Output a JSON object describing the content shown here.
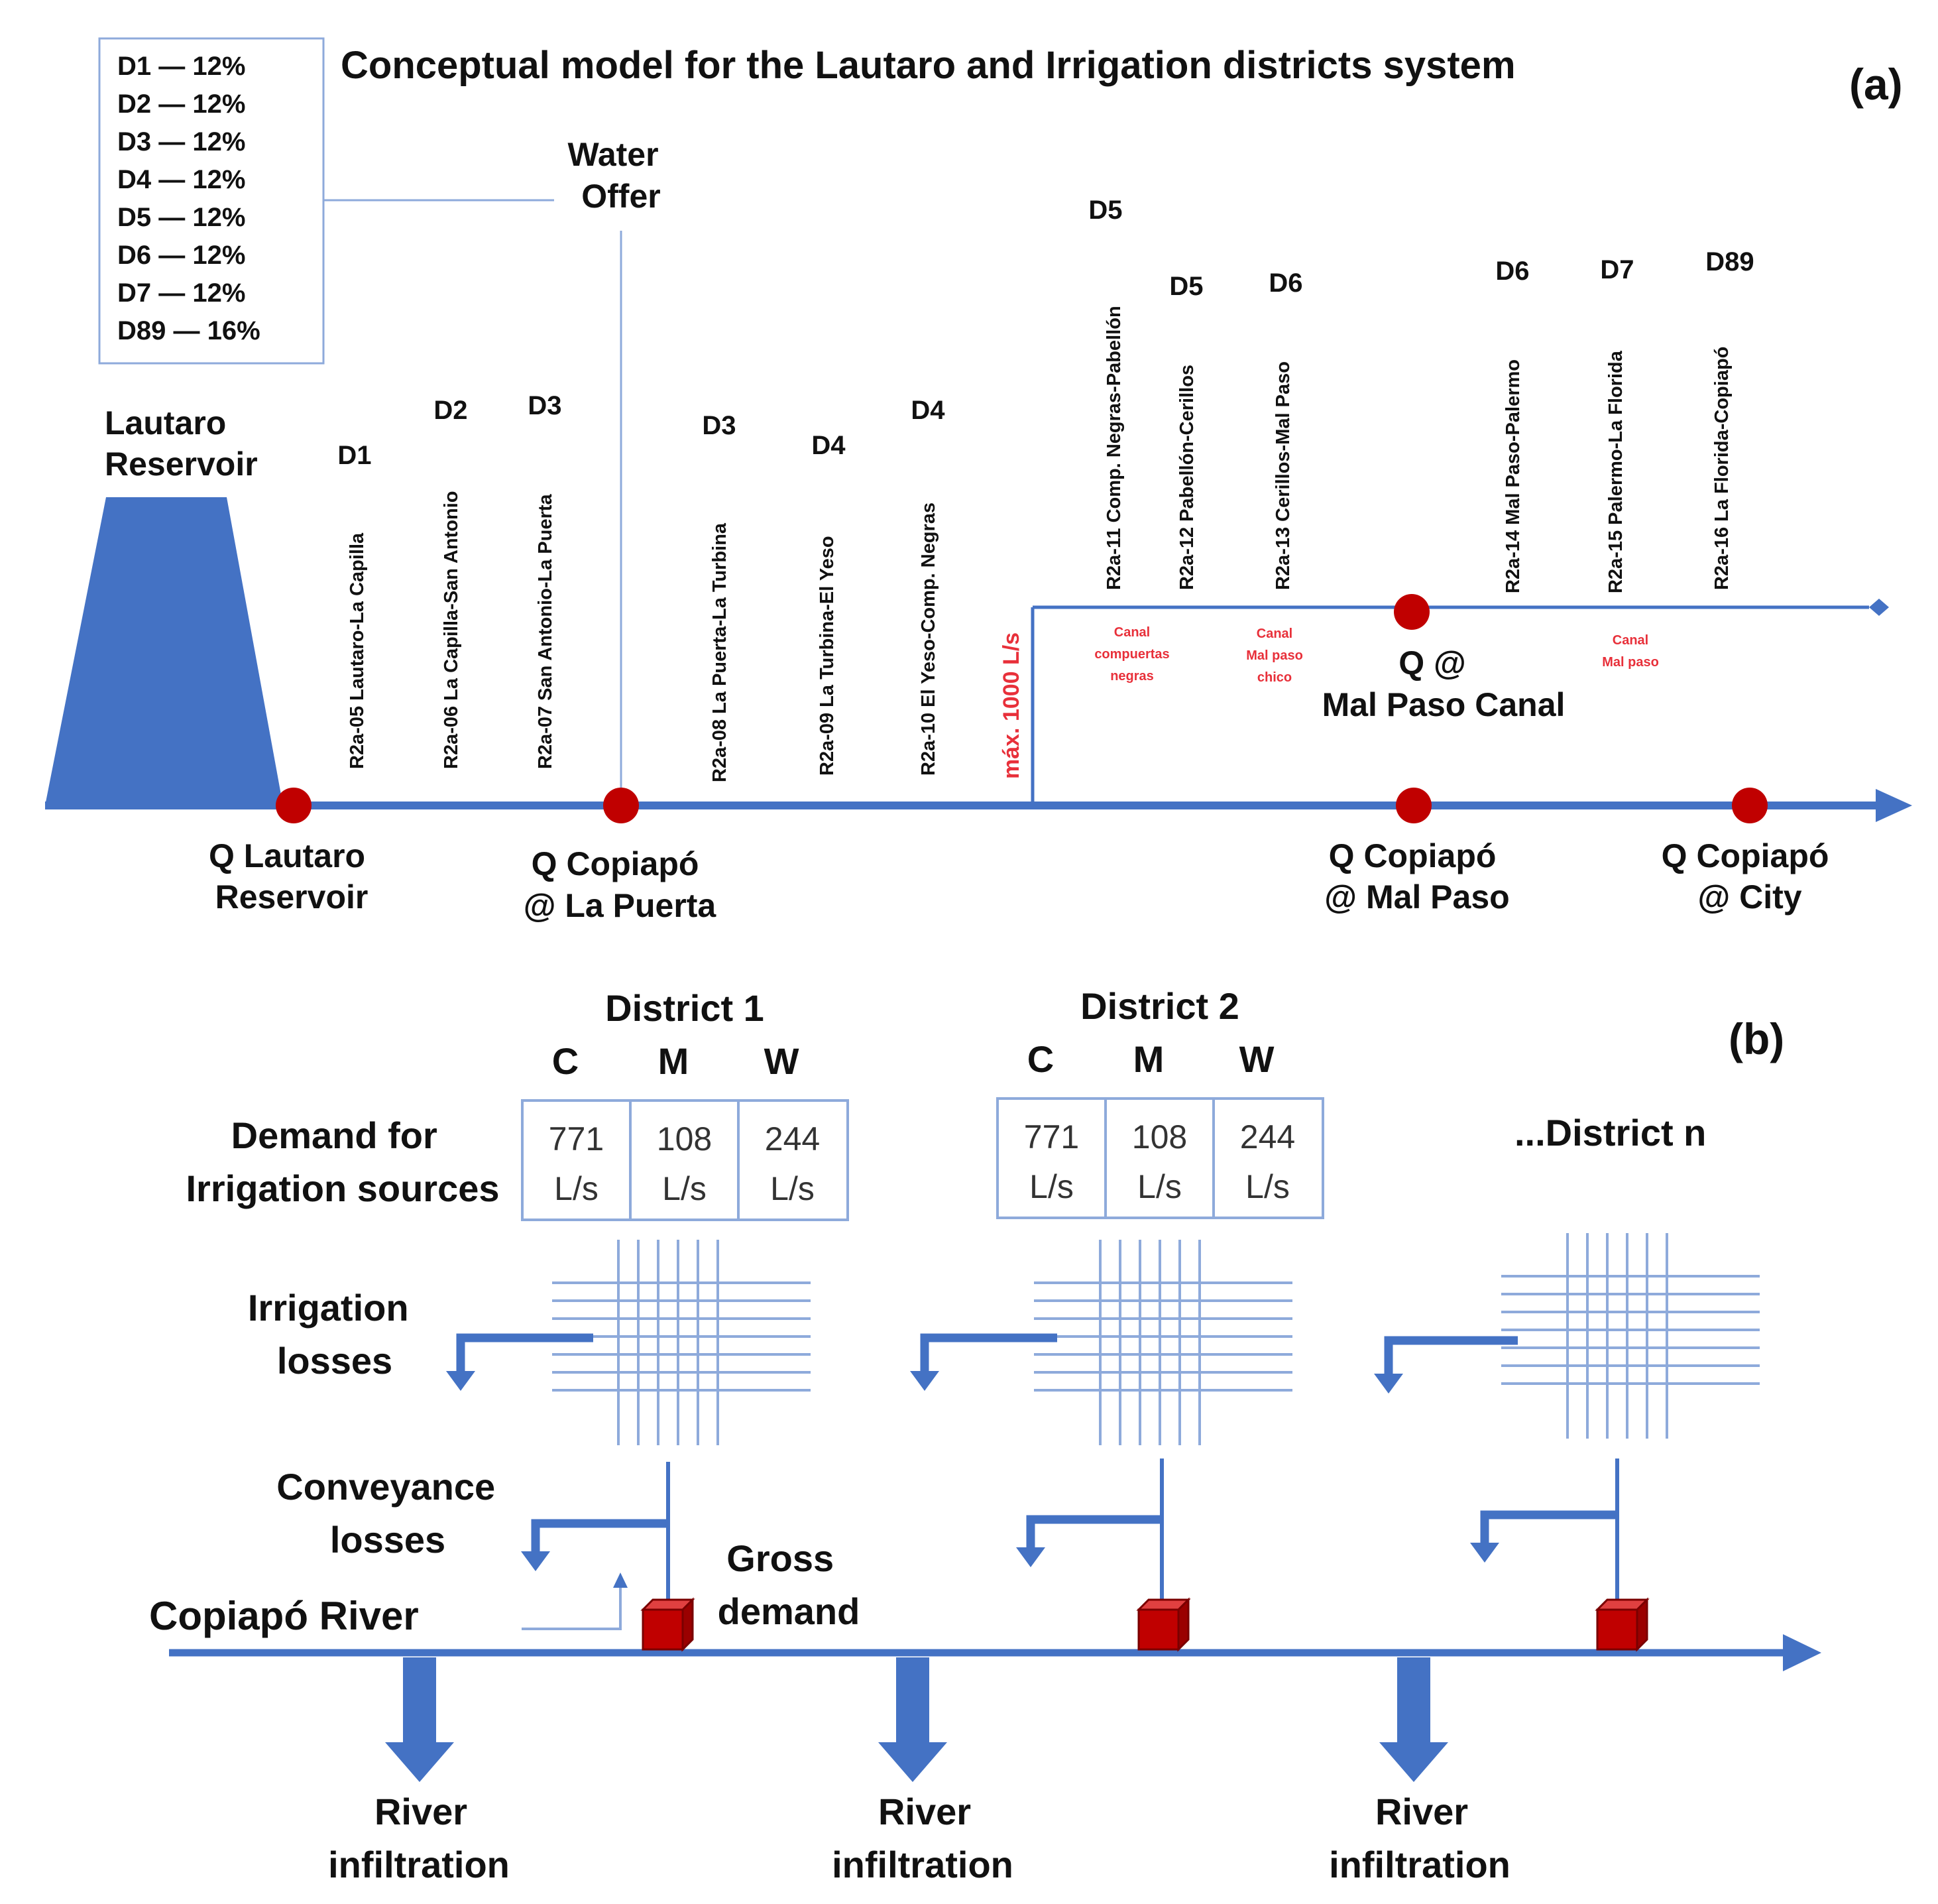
{
  "panel_a": {
    "title": "Conceptual model for the Lautaro and Irrigation districts system",
    "label": "(a)",
    "legend": [
      "D1 — 12%",
      "D2 — 12%",
      "D3 — 12%",
      "D4 — 12%",
      "D5 — 12%",
      "D6 — 12%",
      "D7 — 12%",
      "D89 — 16%"
    ],
    "water_offer": [
      "Water",
      "Offer"
    ],
    "reservoir_label": [
      "Lautaro",
      "Reservoir"
    ],
    "segments": [
      {
        "district": "D1",
        "name": "R2a-05 Lautaro-La Capilla"
      },
      {
        "district": "D2",
        "name": "R2a-06 La Capilla-San Antonio"
      },
      {
        "district": "D3",
        "name": "R2a-07 San Antonio-La Puerta"
      },
      {
        "district": "D3",
        "name": "R2a-08 La Puerta-La Turbina"
      },
      {
        "district": "D4",
        "name": "R2a-09 La Turbina-El Yeso"
      },
      {
        "district": "D4",
        "name": "R2a-10 El Yeso-Comp. Negras"
      },
      {
        "district": "D5",
        "name": "R2a-11 Comp. Negras-Pabellón"
      },
      {
        "district": "D5",
        "name": "R2a-12 Pabellón-Cerillos"
      },
      {
        "district": "D6",
        "name": "R2a-13 Cerillos-Mal Paso"
      },
      {
        "district": "D6",
        "name": "R2a-14 Mal Paso-Palermo"
      },
      {
        "district": "D7",
        "name": "R2a-15 Palermo-La Florida"
      },
      {
        "district": "D89",
        "name": "R2a-16 La Florida-Copiapó"
      }
    ],
    "max_flow": "máx. 1000 L/s",
    "canals": [
      [
        "Canal",
        "compuertas",
        "negras"
      ],
      [
        "Canal",
        "Mal paso",
        "chico"
      ],
      [
        "Canal",
        "Mal paso"
      ]
    ],
    "nodes": {
      "lautaro": [
        "Q Lautaro",
        "Reservoir"
      ],
      "la_puerta": [
        "Q Copiapó",
        "@ La Puerta"
      ],
      "mal_paso_canal": [
        "Q @",
        "Mal Paso Canal"
      ],
      "mal_paso": [
        "Q Copiapó",
        "@ Mal Paso"
      ],
      "city": [
        "Q Copiapó",
        "@ City"
      ]
    },
    "colors": {
      "flow": "#4472c4",
      "node": "#c00000",
      "canal_text": "#e8303a"
    }
  },
  "panel_b": {
    "label": "(b)",
    "demand_label": [
      "Demand for",
      "Irrigation sources"
    ],
    "columns": [
      "C",
      "M",
      "W"
    ],
    "districts": [
      {
        "name": "District 1",
        "values": [
          "771",
          "108",
          "244"
        ],
        "unit": "L/s"
      },
      {
        "name": "District 2",
        "values": [
          "771",
          "108",
          "244"
        ],
        "unit": "L/s"
      }
    ],
    "district_n": "...District n",
    "irrigation_losses": [
      "Irrigation",
      "losses"
    ],
    "conveyance_losses": [
      "Conveyance",
      "losses"
    ],
    "river": "Copiapó River",
    "gross_demand": [
      "Gross",
      "demand"
    ],
    "infiltration": [
      "River",
      "infiltration"
    ]
  }
}
